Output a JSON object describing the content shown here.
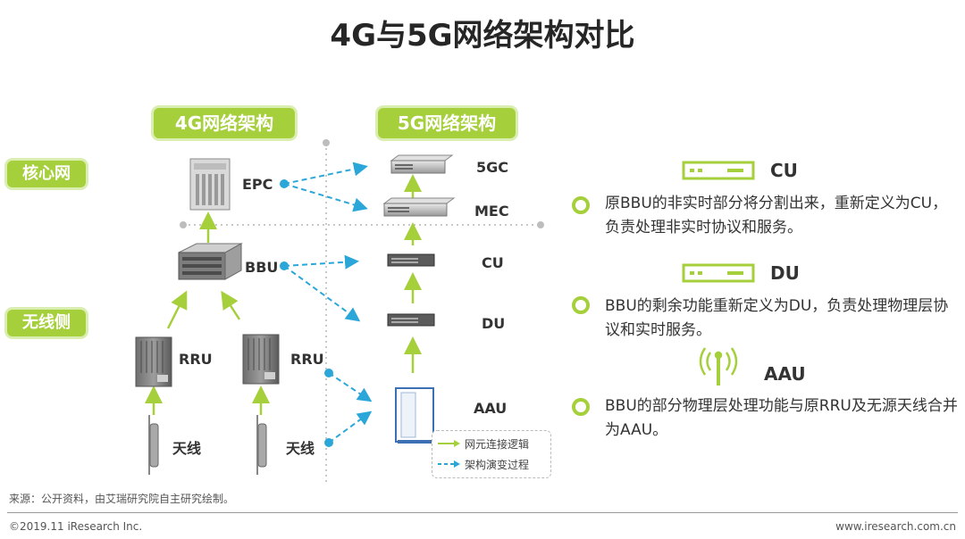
{
  "title": "4G与5G网络架构对比",
  "arch4g": "4G网络架构",
  "arch5g": "5G网络架构",
  "sides": {
    "core": "核心网",
    "radio": "无线侧"
  },
  "nodes4g": {
    "epc": "EPC",
    "bbu": "BBU",
    "rru1": "RRU",
    "rru2": "RRU",
    "ant1": "天线",
    "ant2": "天线"
  },
  "nodes5g": {
    "gc": "5GC",
    "mec": "MEC",
    "cu": "CU",
    "du": "DU",
    "aau": "AAU"
  },
  "legend": {
    "logic": "网元连接逻辑",
    "evolve": "架构演变过程"
  },
  "right": [
    {
      "head": "CU",
      "icon": "server-icon",
      "desc": "原BBU的非实时部分将分割出来，重新定义为CU，负责处理非实时协议和服务。"
    },
    {
      "head": "DU",
      "icon": "server-icon",
      "desc": "BBU的剩余功能重新定义为DU，负责处理物理层协议和实时服务。"
    },
    {
      "head": "AAU",
      "icon": "antenna-signal-icon",
      "desc": "BBU的部分物理层处理功能与原RRU及无源天线合并为AAU。"
    }
  ],
  "source": "来源：公开资料，由艾瑞研究院自主研究绘制。",
  "copyright": "©2019.11 iResearch Inc.",
  "website": "www.iresearch.com.cn",
  "colors": {
    "green": "#a6cf3c",
    "blue": "#2aa7d8"
  }
}
